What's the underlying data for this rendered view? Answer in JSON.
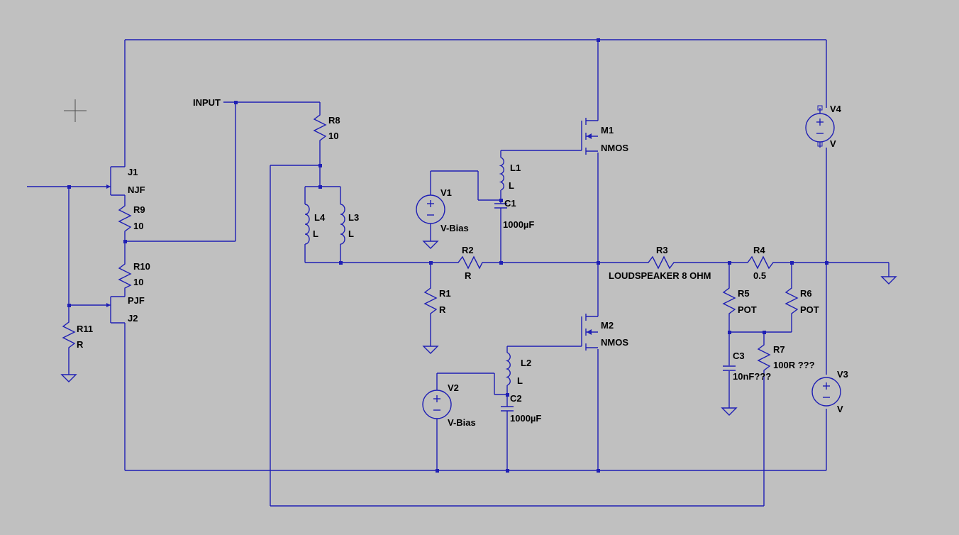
{
  "schematic": {
    "background_color": "#c0c0c0",
    "wire_color": "#1f1fb4",
    "text_color": "#000000",
    "labels": {
      "input_net": "INPUT",
      "j1_name": "J1",
      "j1_type": "NJF",
      "j2_name": "J2",
      "j2_type": "PJF",
      "r9_name": "R9",
      "r9_value": "10",
      "r10_name": "R10",
      "r10_value": "10",
      "r11_name": "R11",
      "r11_value": "R",
      "r8_name": "R8",
      "r8_value": "10",
      "l4_name": "L4",
      "l4_value": "L",
      "l3_name": "L3",
      "l3_value": "L",
      "v1_name": "V1",
      "v1_value": "V-Bias",
      "l1_name": "L1",
      "l1_value": "L",
      "c1_name": "C1",
      "c1_value": "1000µF",
      "r2_name": "R2",
      "r2_value": "R",
      "r1_name": "R1",
      "r1_value": "R",
      "m1_name": "M1",
      "m1_type": "NMOS",
      "m2_name": "M2",
      "m2_type": "NMOS",
      "l2_name": "L2",
      "l2_value": "L",
      "v2_name": "V2",
      "v2_value": "V-Bias",
      "c2_name": "C2",
      "c2_value": "1000µF",
      "r3_name": "R3",
      "r3_value": "LOUDSPEAKER 8 OHM",
      "r4_name": "R4",
      "r4_value": "0.5",
      "r5_name": "R5",
      "r5_value": "POT",
      "r6_name": "R6",
      "r6_value": "POT",
      "c3_name": "C3",
      "c3_value": "10nF???",
      "r7_name": "R7",
      "r7_value": "100R ???",
      "v4_name": "V4",
      "v4_value": "V",
      "v3_name": "V3",
      "v3_value": "V"
    },
    "icons": [
      "crosshair-cursor-icon",
      "ground-icon",
      "voltage-source-icon",
      "resistor-icon",
      "inductor-icon",
      "capacitor-icon",
      "jfet-icon",
      "nmos-icon"
    ]
  }
}
